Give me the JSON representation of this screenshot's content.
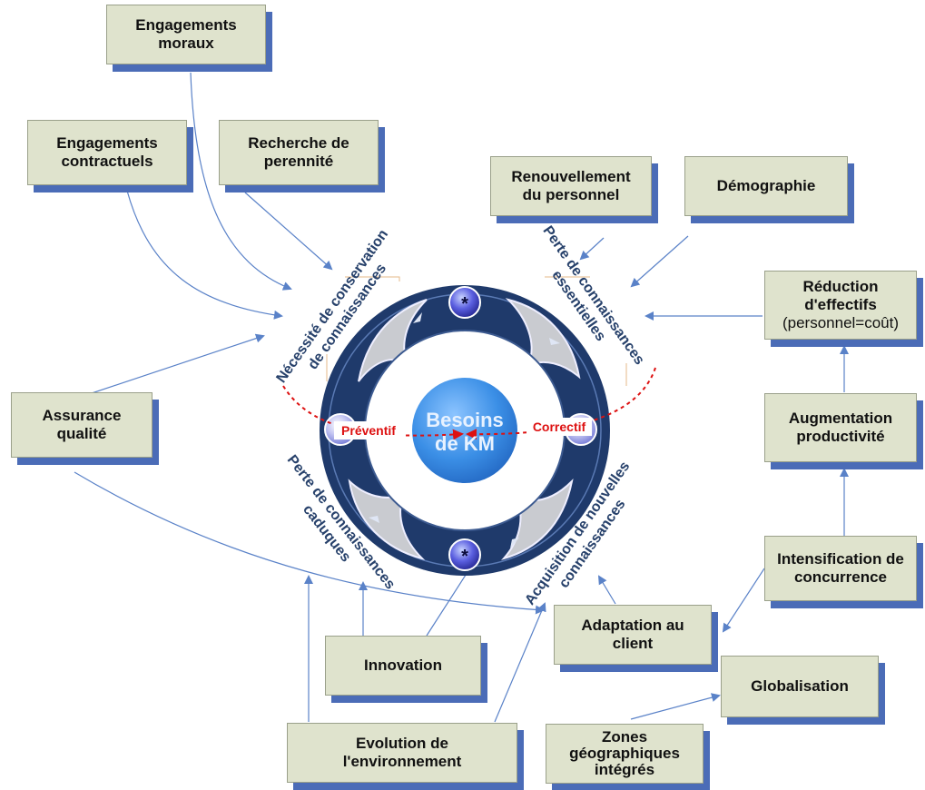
{
  "boxes": {
    "engagements_moraux": [
      "Engagements",
      "moraux"
    ],
    "engagements_contractuels": [
      "Engagements",
      "contractuels"
    ],
    "recherche_perennite": [
      "Recherche de",
      "perennité"
    ],
    "renouvellement": [
      "Renouvellement",
      "du personnel"
    ],
    "demographie": [
      "Démographie"
    ],
    "reduction": [
      "Réduction",
      "d'effectifs",
      "(personnel=coût)"
    ],
    "augmentation": [
      "Augmentation",
      "productivité"
    ],
    "intensification": [
      "Intensification de",
      "concurrence"
    ],
    "assurance": [
      "Assurance",
      "qualité"
    ],
    "adaptation": [
      "Adaptation au",
      "client"
    ],
    "globalisation": [
      "Globalisation"
    ],
    "innovation": [
      "Innovation"
    ],
    "evolution": [
      "Evolution de",
      "l'environnement"
    ],
    "zones": [
      "Zones",
      "géographiques",
      "intégrés"
    ]
  },
  "center": {
    "line1": "Besoins",
    "line2": "de KM"
  },
  "preventif": "Préventif",
  "correctif": "Correctif",
  "quadrants": {
    "conservation": [
      "Nécessité de conservation",
      "de connaissances"
    ],
    "perte_essentielles": [
      "Perte de connaissances",
      "essentielles"
    ],
    "perte_caduques": [
      "Perte de connaissances",
      "caduques"
    ],
    "acquisition": [
      "Acquisition de nouvelles",
      "connaissances"
    ]
  },
  "star": "*",
  "colors": {
    "box_fill": "#dfe3cd",
    "box_shadow": "#4b6cb7",
    "ring": "#1f3a6b",
    "center": "#3b8fe6",
    "arrow_red": "#dd1111",
    "connector": "#5a82c8"
  }
}
